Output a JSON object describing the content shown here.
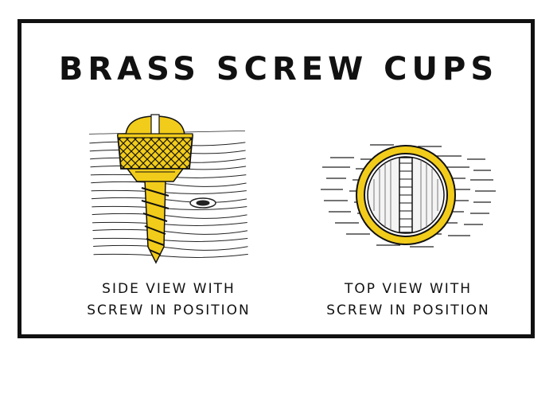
{
  "title": "BRASS SCREW CUPS",
  "colors": {
    "brass": "#f2cc1a",
    "ink": "#111111",
    "paper": "#ffffff"
  },
  "illustrations": [
    {
      "id": "side",
      "icon": "screw-cup-side-icon",
      "caption_line1": "SIDE VIEW WITH",
      "caption_line2": "SCREW IN POSITION"
    },
    {
      "id": "top",
      "icon": "screw-cup-top-icon",
      "caption_line1": "TOP VIEW WITH",
      "caption_line2": "SCREW IN POSITION"
    }
  ]
}
